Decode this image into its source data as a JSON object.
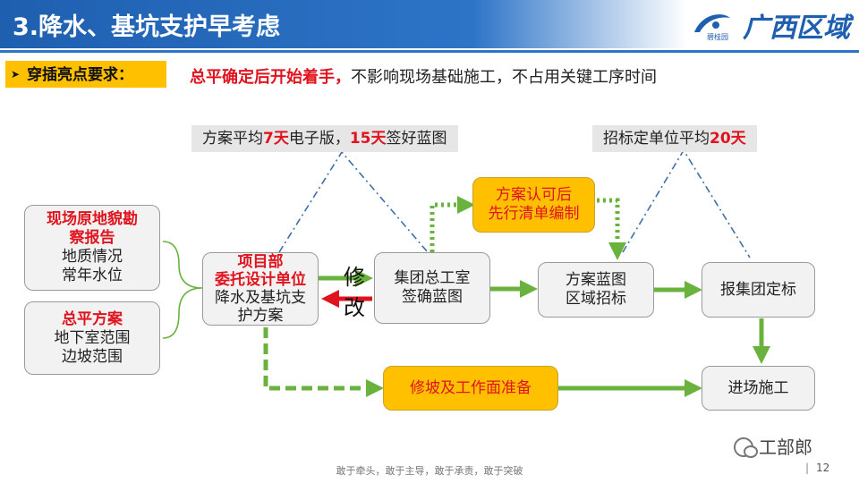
{
  "header": {
    "title": "3.降水、基坑支护早考虑",
    "logo_text": "碧桂园",
    "brand": "广西区域"
  },
  "requirement": {
    "label": "穿插亮点要求：",
    "highlight": "总平确定后开始着手，",
    "rest": "不影响现场基础施工，不占用关键工序时间"
  },
  "callouts": {
    "left": {
      "pre": "方案平均",
      "d1": "7天",
      "mid": "电子版，",
      "d2": "15天",
      "post": "签好蓝图"
    },
    "right": {
      "pre": "招标定单位平均",
      "d1": "20天"
    }
  },
  "inputs": [
    {
      "title": "现场原地貌勘察报告",
      "line1": "地质情况",
      "line2": "常年水位"
    },
    {
      "title": "总平方案",
      "line1": "地下室范围",
      "line2": "边坡范围"
    }
  ],
  "nodes": {
    "project": {
      "title1": "项目部",
      "title2": "委托设计单位",
      "line1": "降水及基坑支",
      "line2": "护方案"
    },
    "group_review": {
      "line1": "集团总工室",
      "line2": "签确蓝图"
    },
    "pre_list": {
      "line1": "方案认可后",
      "line2": "先行清单编制"
    },
    "tender": {
      "line1": "方案蓝图",
      "line2": "区域招标"
    },
    "report": {
      "label": "报集团定标"
    },
    "slope": {
      "label": "修坡及工作面准备"
    },
    "site": {
      "label": "进场施工"
    }
  },
  "revise": {
    "char1": "修",
    "char2": "改"
  },
  "footer": {
    "motto": "敢于牵头，敢于主导，敢于承责，敢于突破",
    "page": "12",
    "wechat_name": "工部郎"
  },
  "colors": {
    "header_blue": "#1f5fb0",
    "accent_yellow": "#ffc000",
    "accent_red": "#e0141e",
    "arrow_green": "#6ab23e",
    "dash_blue": "#3f6fa8"
  }
}
